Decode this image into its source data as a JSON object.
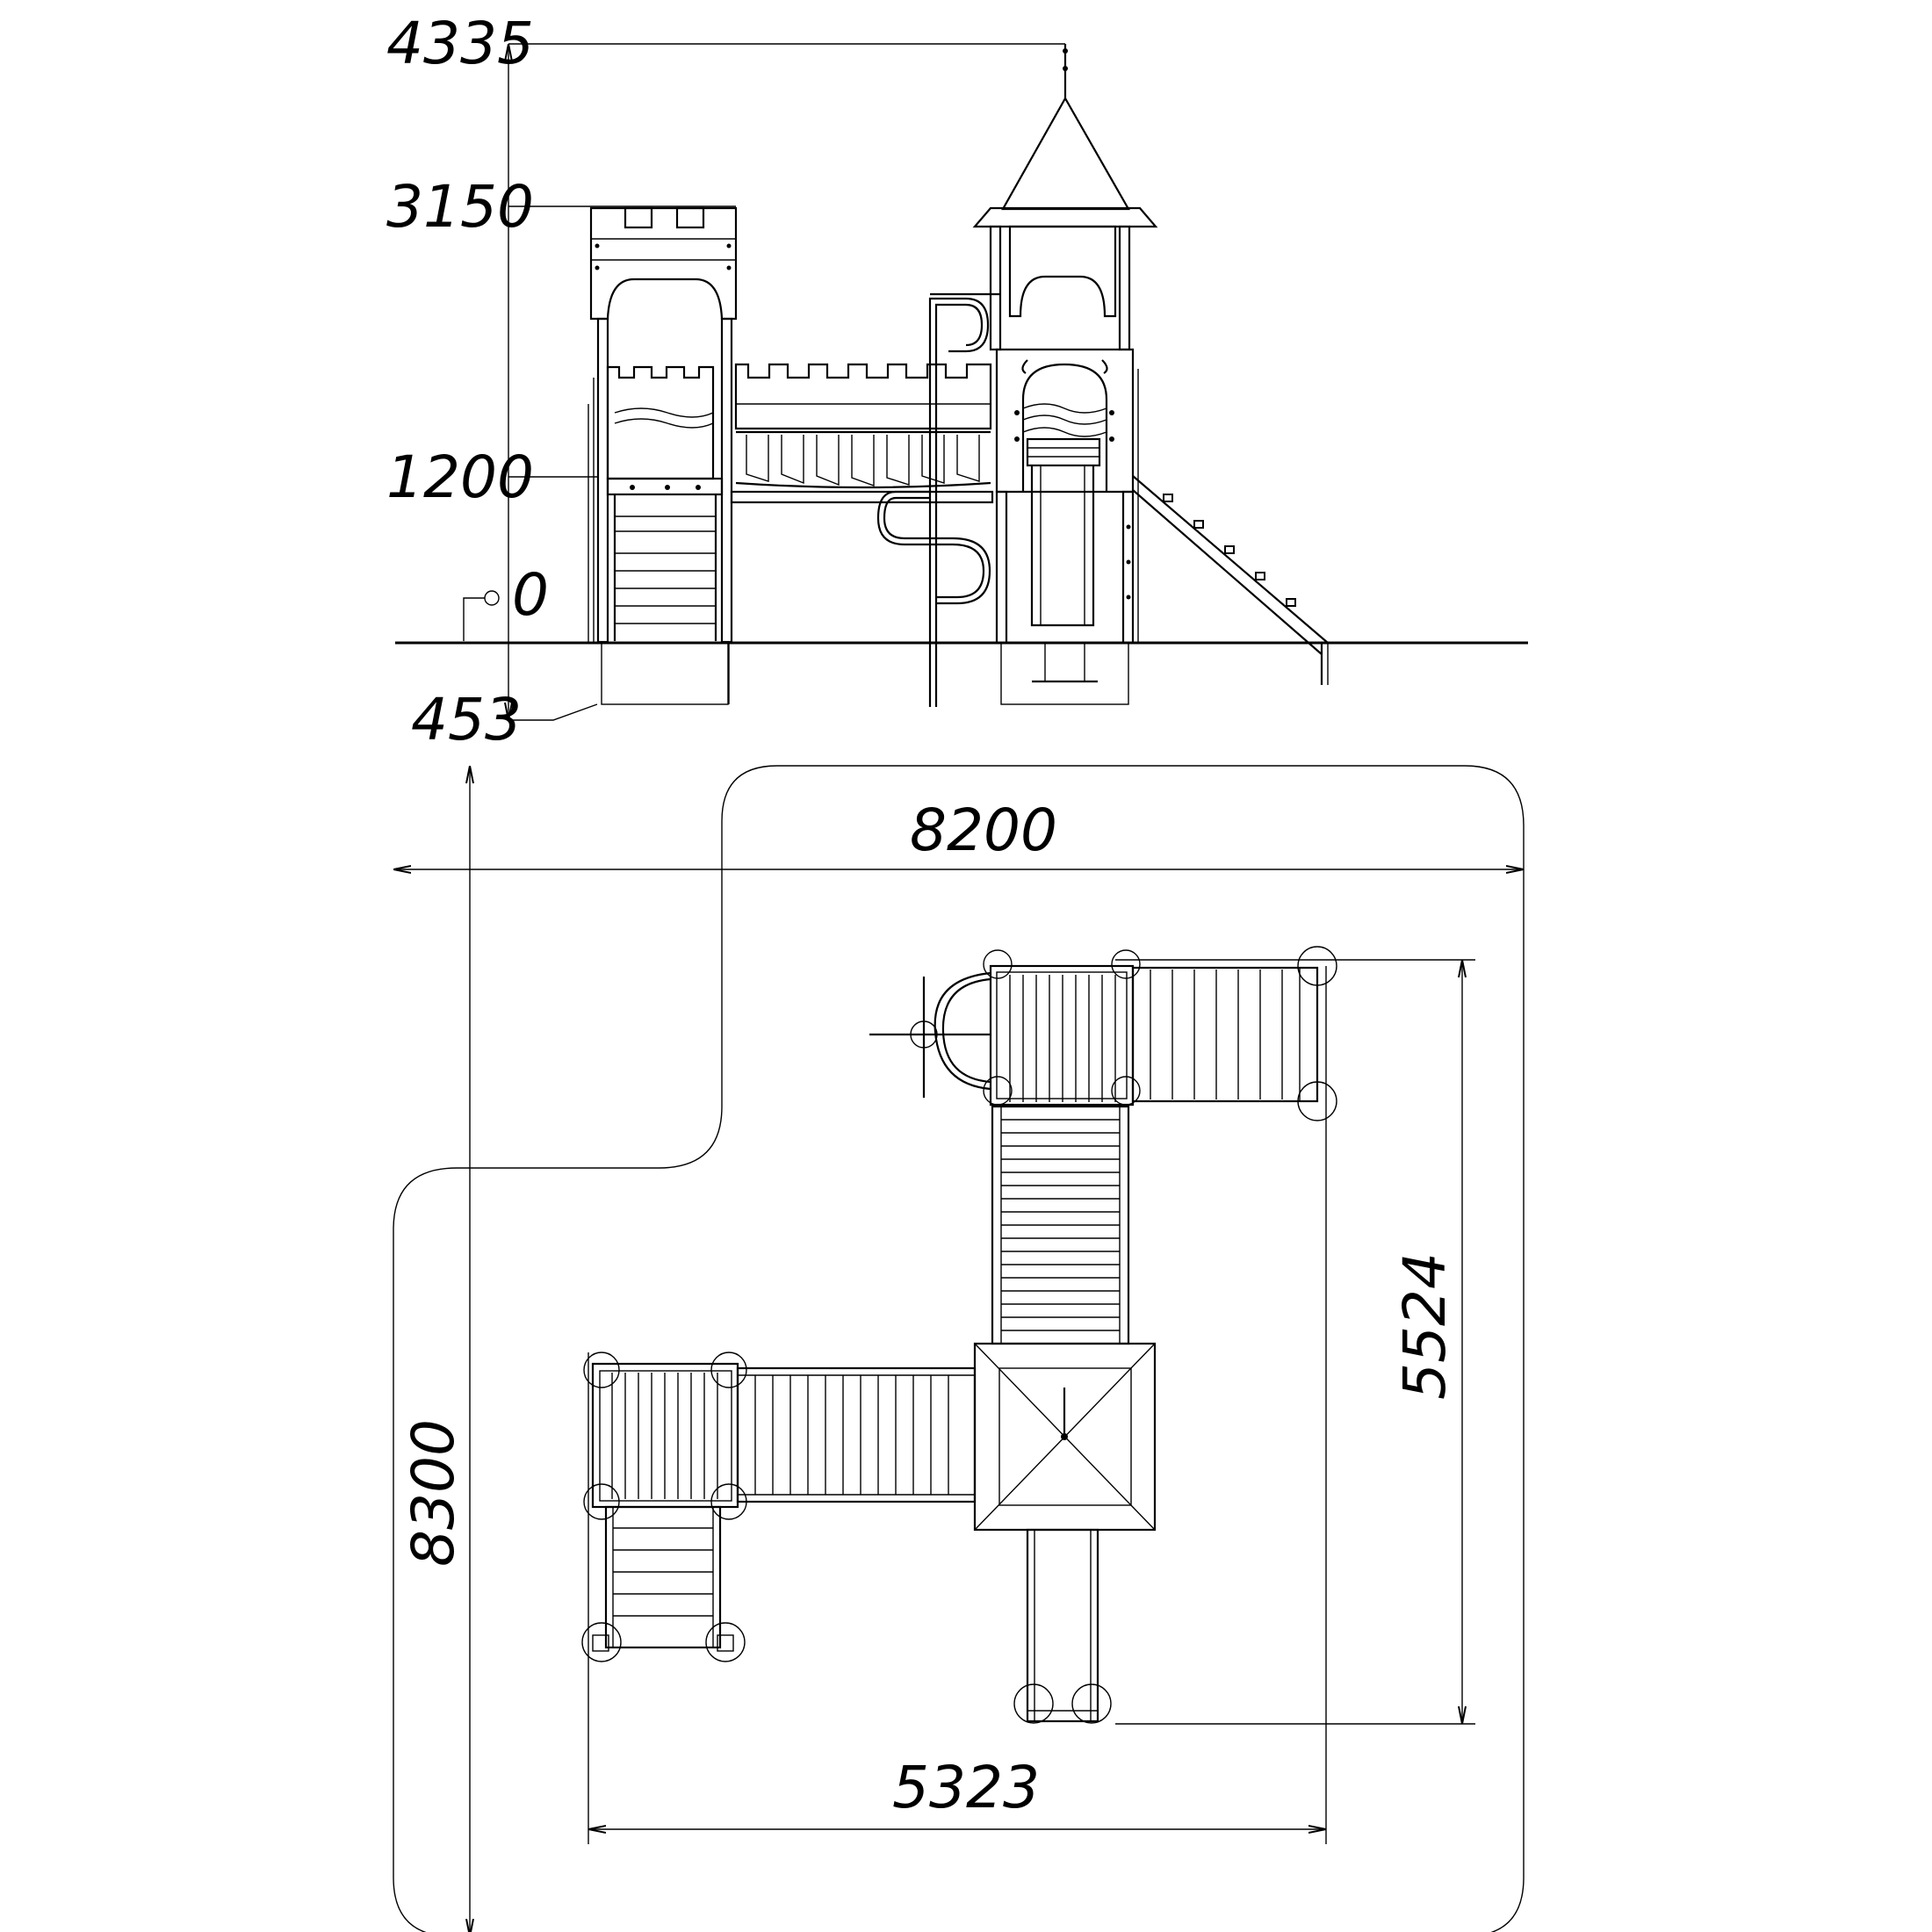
{
  "elevation": {
    "levels": [
      "4335",
      "3150",
      "1200",
      "0",
      "453"
    ]
  },
  "plan": {
    "overall_width": "8200",
    "overall_depth": "8300",
    "structure_width": "5323",
    "structure_depth": "5524"
  }
}
